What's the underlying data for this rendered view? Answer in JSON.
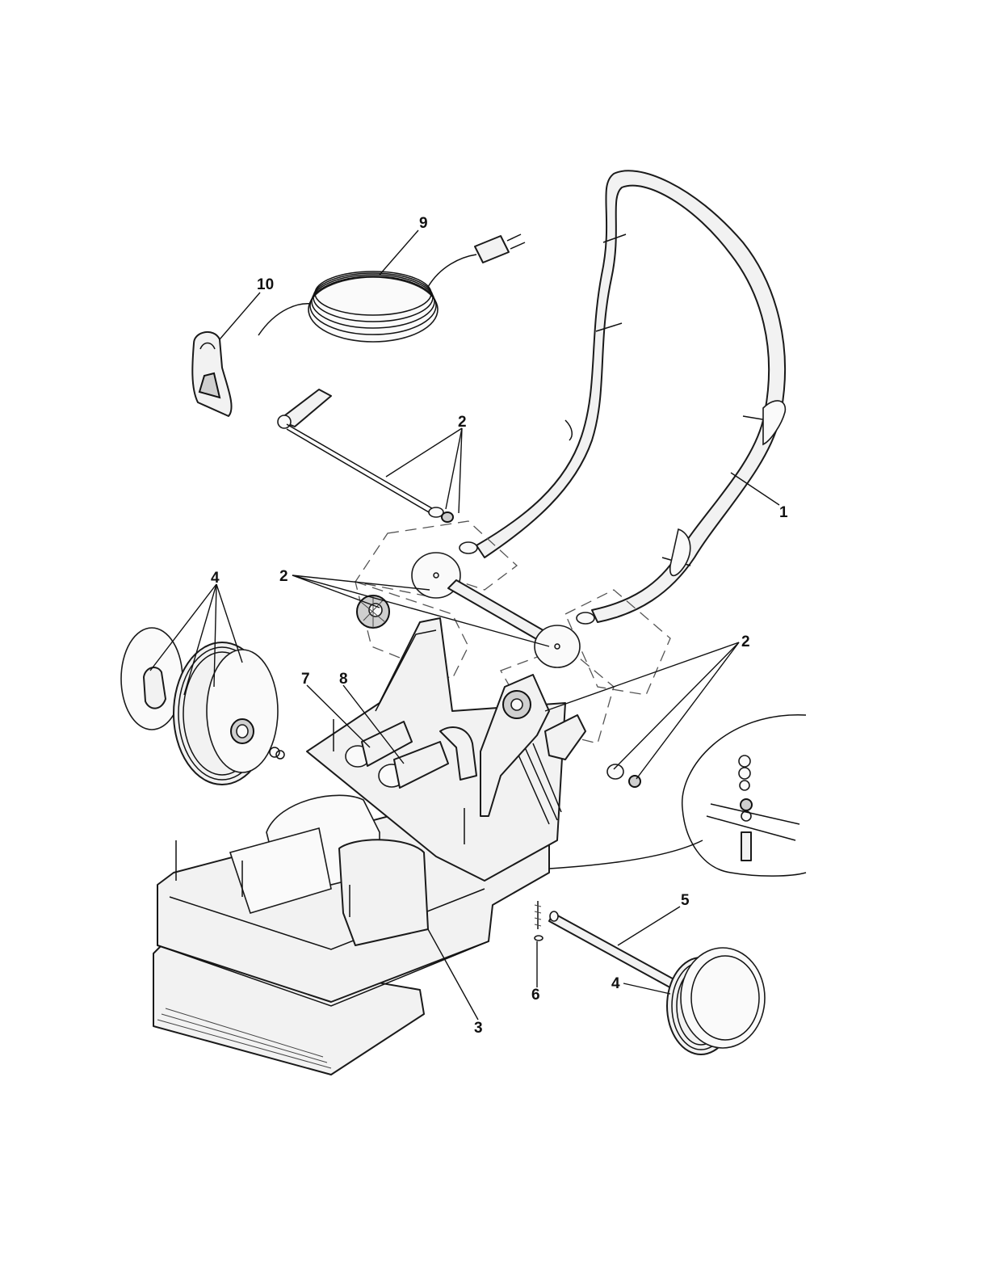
{
  "diagram": {
    "callouts": {
      "c1": "1",
      "c2a": "2",
      "c2b": "2",
      "c2c": "2",
      "c3": "3",
      "c4a": "4",
      "c4b": "4",
      "c5": "5",
      "c6": "6",
      "c7": "7",
      "c8": "8",
      "c9": "9",
      "c10": "10"
    }
  }
}
